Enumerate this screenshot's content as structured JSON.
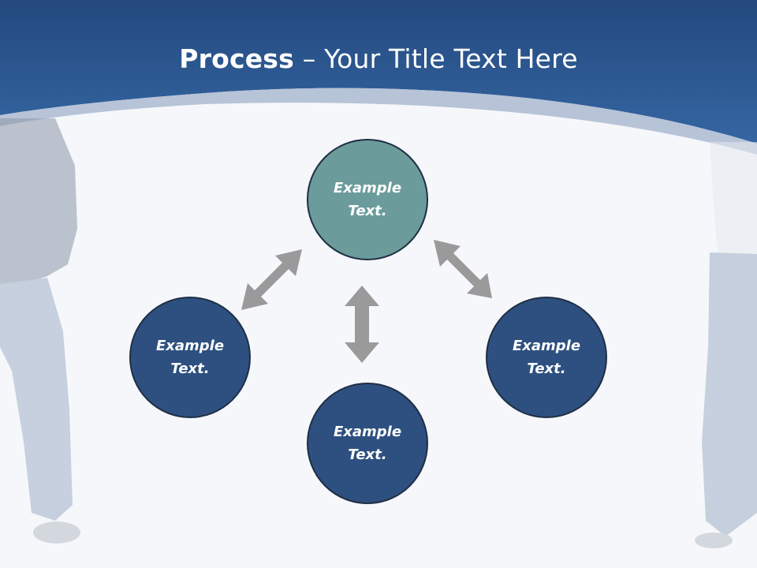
{
  "title": {
    "bold": "Process",
    "separator": " – ",
    "rest": "Your Title Text Here"
  },
  "nodes": {
    "top": "Example Text.",
    "left": "Example Text.",
    "right": "Example Text.",
    "bottom": "Example Text."
  },
  "colors": {
    "header": "#2f5f9a",
    "top_node": "#6b9c9b",
    "blue_node": "#2e5080",
    "arrow": "#9a9a9a",
    "background": "#f5f7fb"
  }
}
